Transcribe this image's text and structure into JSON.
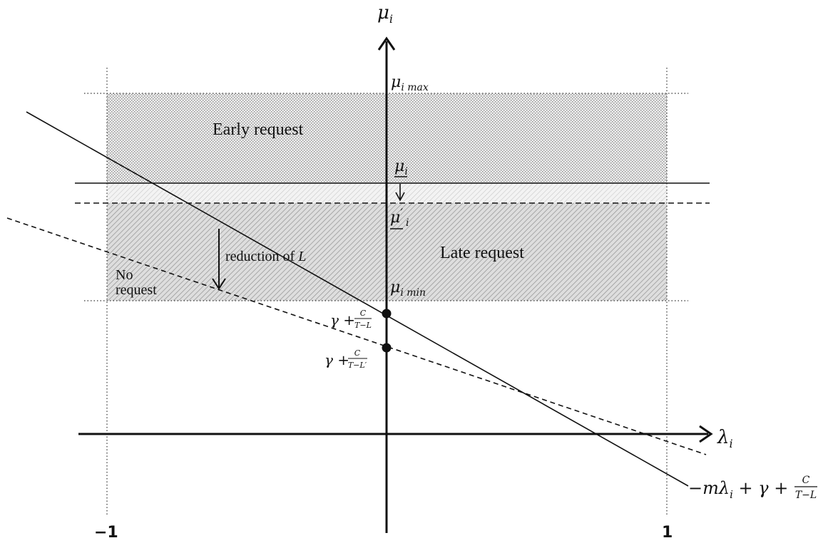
{
  "axes": {
    "x_label": "λ",
    "x_label_sub": "i",
    "y_label": "μ",
    "y_label_sub": "i",
    "x_tick_min": "−1",
    "x_tick_max": "1"
  },
  "levels": {
    "mu_max_main": "μ",
    "mu_max_sub": "i max",
    "mu_bar_main": "μ",
    "mu_bar_sub": "i",
    "mu_bar_prime_main": "μ",
    "mu_bar_prime_sup": "′",
    "mu_bar_prime_sub": "i",
    "mu_min_main": "μ",
    "mu_min_sub": "i min"
  },
  "regions": {
    "early": "Early request",
    "late": "Late request",
    "none_line1": "No",
    "none_line2": "request"
  },
  "annotations": {
    "reduction_text": "reduction of ",
    "reduction_var": "L"
  },
  "intercepts": {
    "gamma": "γ +",
    "c": "C",
    "den_1": "T−L",
    "den_2": "T−L′"
  },
  "line_label": {
    "prefix": "−mλ",
    "sub": "i",
    "mid": " + γ +",
    "c": "C",
    "den": "T−L"
  },
  "colors": {
    "ink": "#111111",
    "shade_light": "#d6d6d6",
    "shade_dark": "#bdbdbd"
  }
}
